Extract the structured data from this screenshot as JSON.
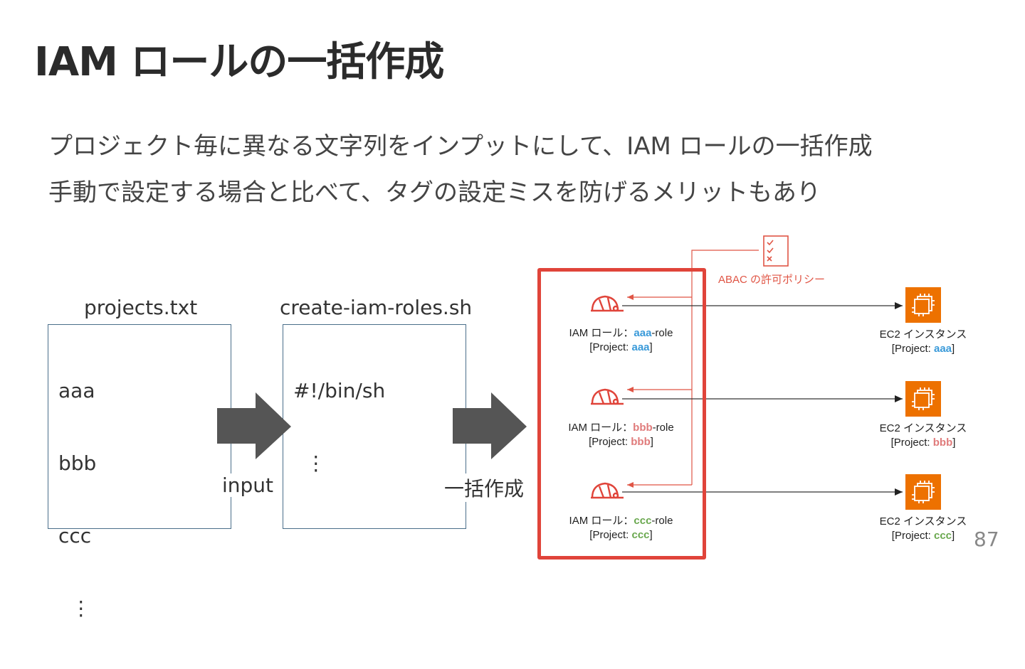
{
  "title": "IAM ロールの一括作成",
  "subtitle_lines": [
    "プロジェクト毎に異なる文字列をインプットにして、IAM ロールの一括作成",
    "手動で設定する場合と比べて、タグの設定ミスを防げるメリットもあり"
  ],
  "input_file": {
    "name": "projects.txt",
    "lines": [
      "aaa",
      "bbb",
      "ccc",
      "  ⋮"
    ]
  },
  "script_file": {
    "name": "create-iam-roles.sh",
    "lines": [
      "#!/bin/sh",
      "  ⋮"
    ]
  },
  "arrow_input_label": "input",
  "arrow_create_label": "一括作成",
  "policy": {
    "label": "ABAC の許可ポリシー",
    "icon": "checklist-icon"
  },
  "roles": [
    {
      "prefix": "IAM ロール：",
      "name": "aaa",
      "suffix": "-role",
      "tag_prefix": "[Project: ",
      "tag": "aaa",
      "tag_suffix": "]",
      "color": "#3a9ad9"
    },
    {
      "prefix": "IAM ロール：",
      "name": "bbb",
      "suffix": "-role",
      "tag_prefix": "[Project: ",
      "tag": "bbb",
      "tag_suffix": "]",
      "color": "#e07b7b"
    },
    {
      "prefix": "IAM ロール：",
      "name": "ccc",
      "suffix": "-role",
      "tag_prefix": "[Project: ",
      "tag": "ccc",
      "tag_suffix": "]",
      "color": "#6aa84f"
    }
  ],
  "ec2": [
    {
      "label": "EC2 インスタンス",
      "tag_prefix": "[Project: ",
      "tag": "aaa",
      "tag_suffix": "]"
    },
    {
      "label": "EC2 インスタンス",
      "tag_prefix": "[Project: ",
      "tag": "bbb",
      "tag_suffix": "]"
    },
    {
      "label": "EC2 インスタンス",
      "tag_prefix": "[Project: ",
      "tag": "ccc",
      "tag_suffix": "]"
    }
  ],
  "colors": {
    "accent_red": "#e0443a",
    "policy_red": "#e05545",
    "ec2_orange": "#ed7100",
    "arrow_gray": "#555555"
  },
  "page_number": "87"
}
